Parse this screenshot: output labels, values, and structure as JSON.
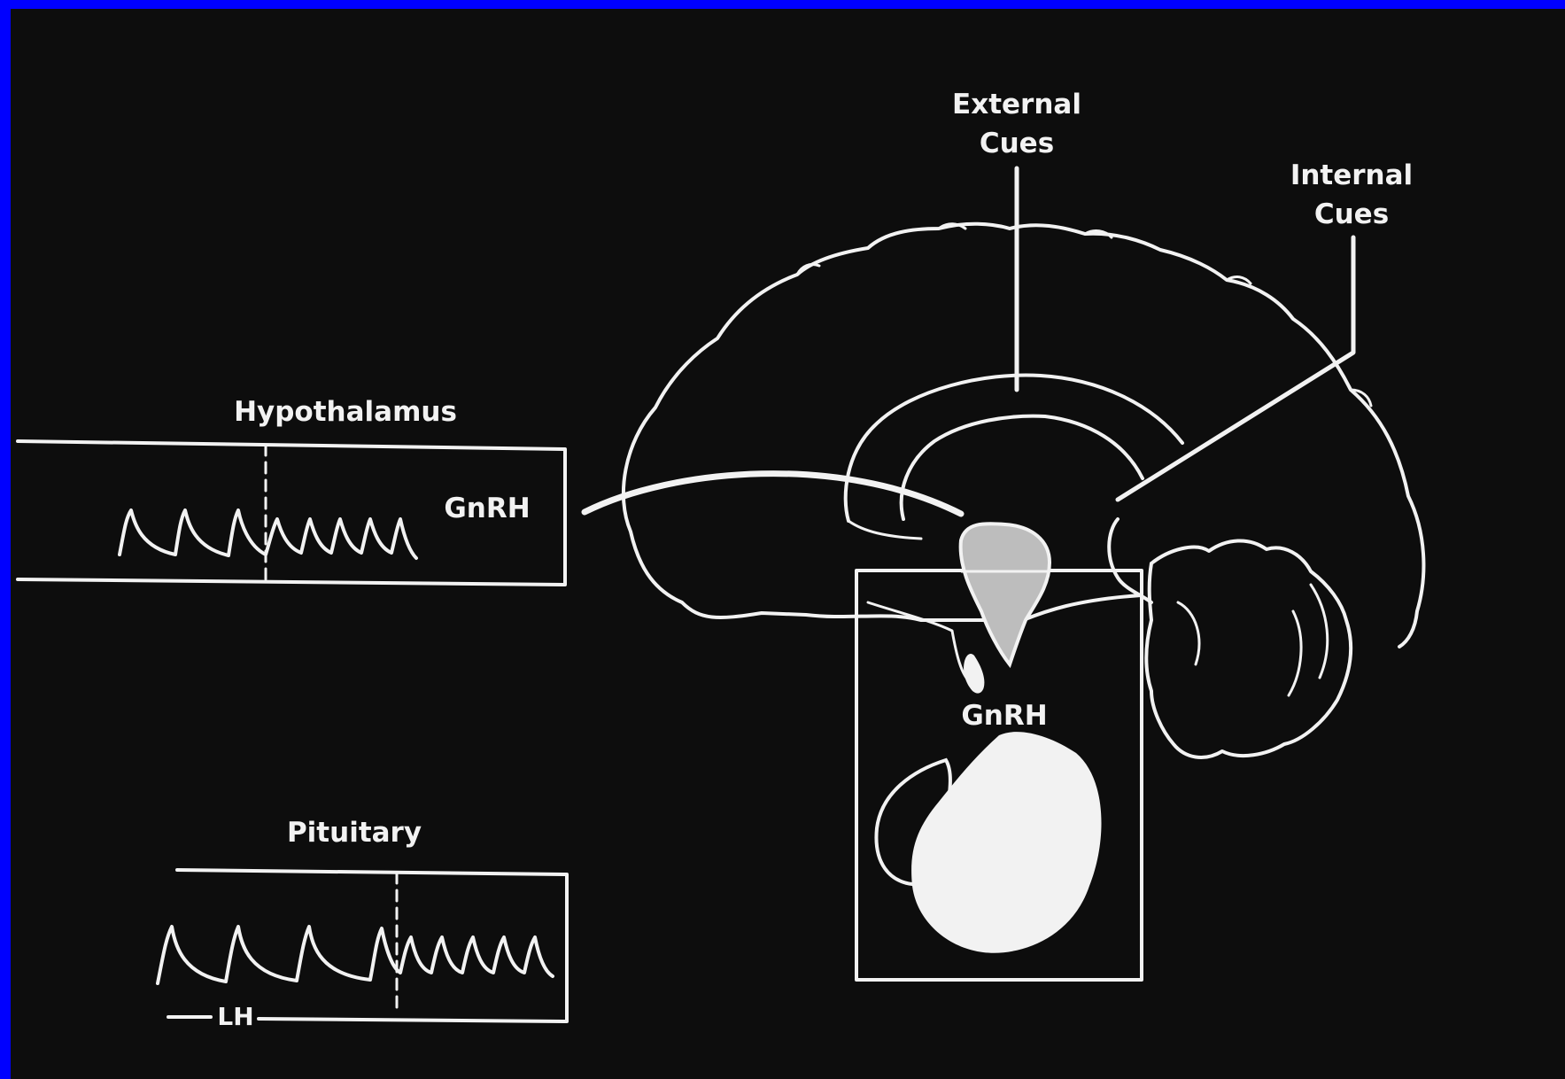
{
  "colors": {
    "border": "#0000ff",
    "background": "#0d0d0d",
    "line": "#f2f2f2"
  },
  "labels": {
    "external_cues": [
      "External",
      "Cues"
    ],
    "internal_cues": [
      "Internal",
      "Cues"
    ],
    "hypothalamus": "Hypothalamus",
    "gnrh_trace": "GnRH",
    "gnrh_inset": "GnRH",
    "pituitary": "Pituitary",
    "lh": "LH"
  }
}
